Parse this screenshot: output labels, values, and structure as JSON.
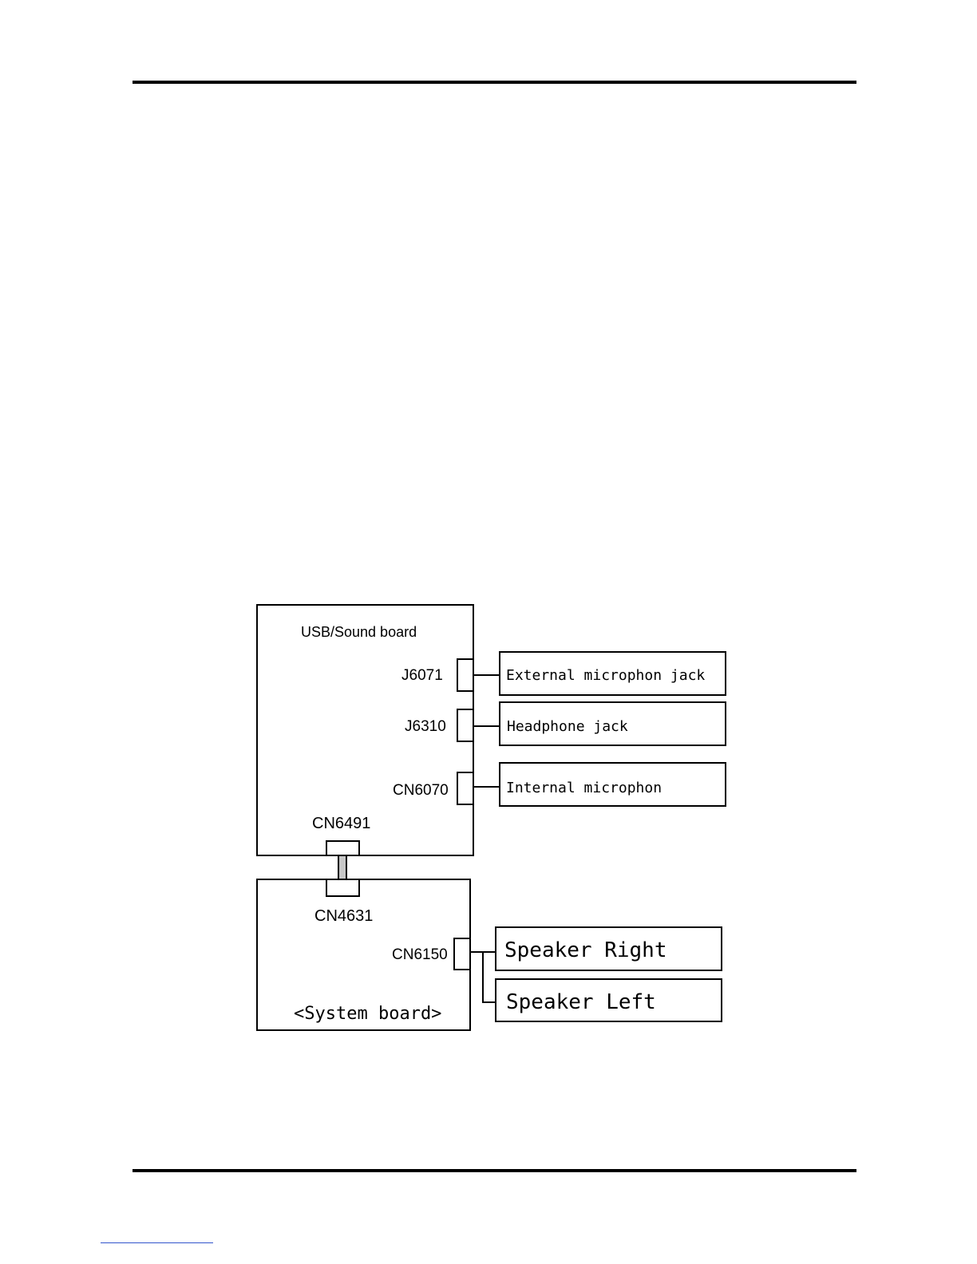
{
  "boards": {
    "usb_sound": {
      "label": "USB/Sound board"
    },
    "system": {
      "label": "<System board>"
    }
  },
  "connectors": {
    "j6071": "J6071",
    "j6310": "J6310",
    "cn6070": "CN6070",
    "cn6491": "CN6491",
    "cn4631": "CN4631",
    "cn6150": "CN6150"
  },
  "devices": {
    "ext_mic": "External microphon jack",
    "headphone": "Headphone jack",
    "int_mic": "Internal microphon",
    "spk_right": "Speaker Right",
    "spk_left": "Speaker Left"
  },
  "colors": {
    "line": "#000000",
    "cable_fill": "#c8c8c8",
    "footer_link": "#3355cc"
  }
}
